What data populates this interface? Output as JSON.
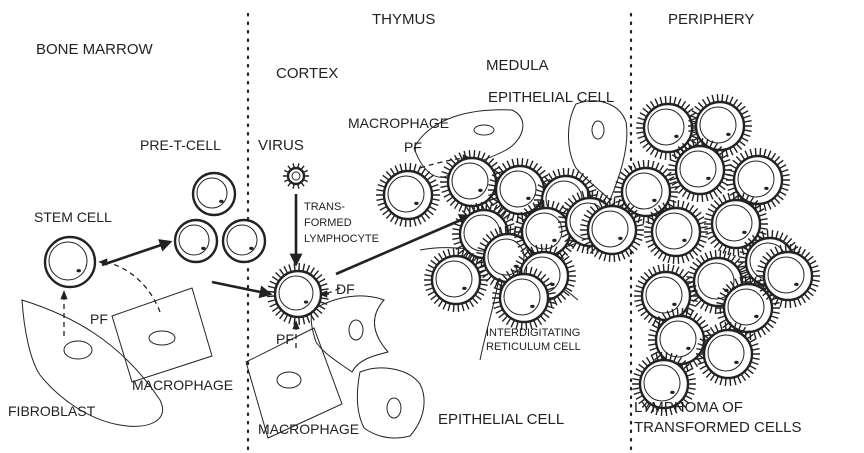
{
  "regions": {
    "bone_marrow": "BONE MARROW",
    "thymus": "THYMUS",
    "periphery": "PERIPHERY",
    "cortex": "CORTEX",
    "medula": "MEDULA"
  },
  "labels": {
    "stem_cell": "STEM CELL",
    "pre_t_cell": "PRE-T-CELL",
    "virus": "VIRUS",
    "macrophage_thymus_upper": "MACROPHAGE",
    "pf_medula": "PF",
    "epithelial_cell_medula": "EPITHELIAL CELL",
    "transformed_line1": "TRANS-",
    "transformed_line2": "FORMED",
    "transformed_line3": "LYMPHOCYTE",
    "df": "DF",
    "pf_bone_marrow": "PF",
    "pf_cortex": "PF",
    "macrophage_bone_marrow": "MACROPHAGE",
    "fibroblast": "FIBROBLAST",
    "macrophage_cortex": "MACROPHAGE",
    "interdigitating_line1": "INTERDIGITATING",
    "interdigitating_line2": "RETICULUM CELL",
    "epithelial_cell_lower": "EPITHELIAL CELL",
    "lymphoma_line1": "LYMPHOMA OF",
    "lymphoma_line2": "TRANSFORMED CELLS"
  }
}
